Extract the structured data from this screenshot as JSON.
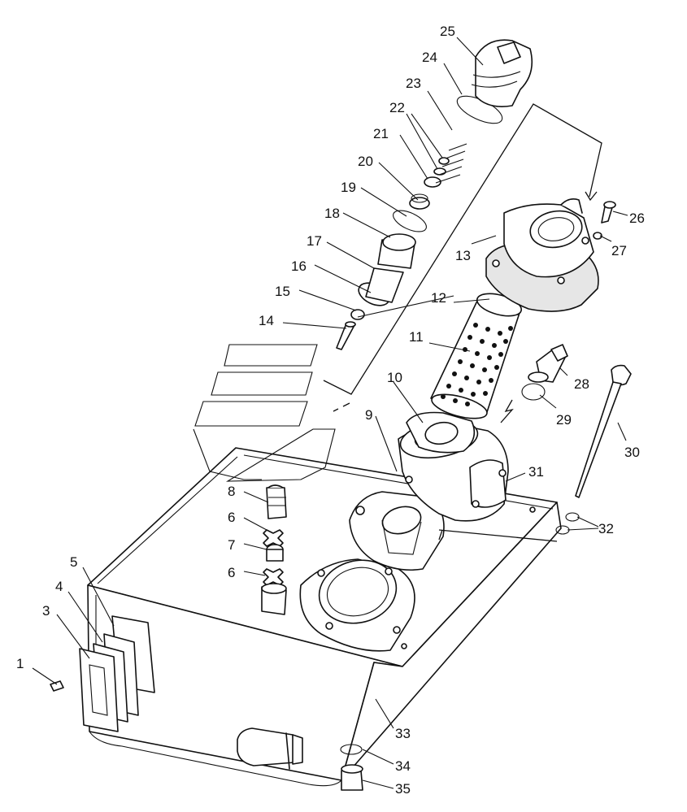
{
  "diagram": {
    "callouts": [
      {
        "id": "1",
        "text": "1"
      },
      {
        "id": "3",
        "text": "3"
      },
      {
        "id": "4",
        "text": "4"
      },
      {
        "id": "5",
        "text": "5"
      },
      {
        "id": "6a",
        "text": "6"
      },
      {
        "id": "6b",
        "text": "6"
      },
      {
        "id": "7",
        "text": "7"
      },
      {
        "id": "8",
        "text": "8"
      },
      {
        "id": "9",
        "text": "9"
      },
      {
        "id": "10",
        "text": "10"
      },
      {
        "id": "11",
        "text": "11"
      },
      {
        "id": "12",
        "text": "12"
      },
      {
        "id": "13",
        "text": "13"
      },
      {
        "id": "14",
        "text": "14"
      },
      {
        "id": "15",
        "text": "15"
      },
      {
        "id": "16",
        "text": "16"
      },
      {
        "id": "17",
        "text": "17"
      },
      {
        "id": "18",
        "text": "18"
      },
      {
        "id": "19",
        "text": "19"
      },
      {
        "id": "20",
        "text": "20"
      },
      {
        "id": "21",
        "text": "21"
      },
      {
        "id": "22",
        "text": "22"
      },
      {
        "id": "23",
        "text": "23"
      },
      {
        "id": "24",
        "text": "24"
      },
      {
        "id": "25",
        "text": "25"
      },
      {
        "id": "26",
        "text": "26"
      },
      {
        "id": "27",
        "text": "27"
      },
      {
        "id": "28",
        "text": "28"
      },
      {
        "id": "29",
        "text": "29"
      },
      {
        "id": "30",
        "text": "30"
      },
      {
        "id": "31",
        "text": "31"
      },
      {
        "id": "32",
        "text": "32"
      },
      {
        "id": "33",
        "text": "33"
      },
      {
        "id": "34",
        "text": "34"
      },
      {
        "id": "35",
        "text": "35"
      }
    ]
  }
}
